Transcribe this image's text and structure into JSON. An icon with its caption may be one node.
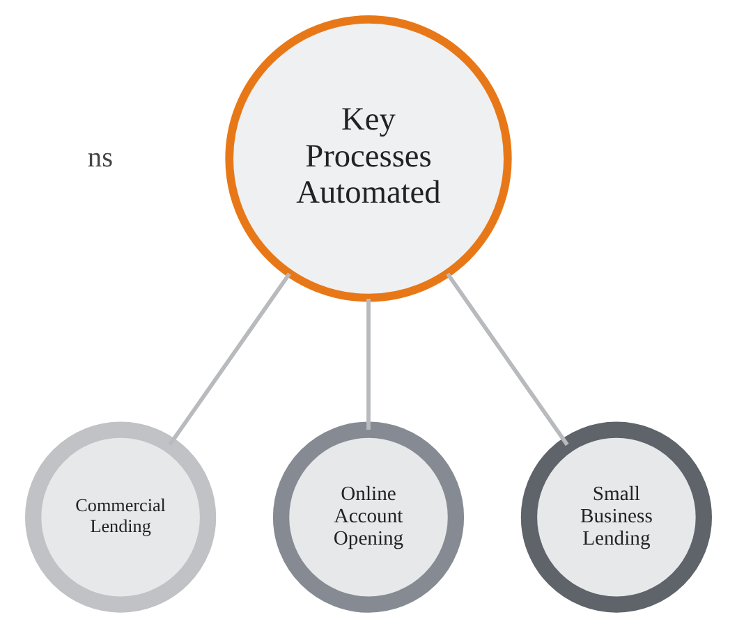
{
  "diagram": {
    "nodes": [
      {
        "text": [
          "Key Processes Automated"
        ]
      },
      {
        "text": [
          "Commercial Lending"
        ]
      },
      {
        "text": [
          "Online Account Opening"
        ]
      },
      {
        "text": [
          "Small Business Lending"
        ]
      }
    ],
    "edges": [
      {
        "from": 0,
        "to": 1,
        "arrow": "none"
      },
      {
        "from": 0,
        "to": 2,
        "arrow": "none"
      },
      {
        "from": 0,
        "to": 3,
        "arrow": "none"
      }
    ],
    "labels": [
      "ns"
    ]
  }
}
